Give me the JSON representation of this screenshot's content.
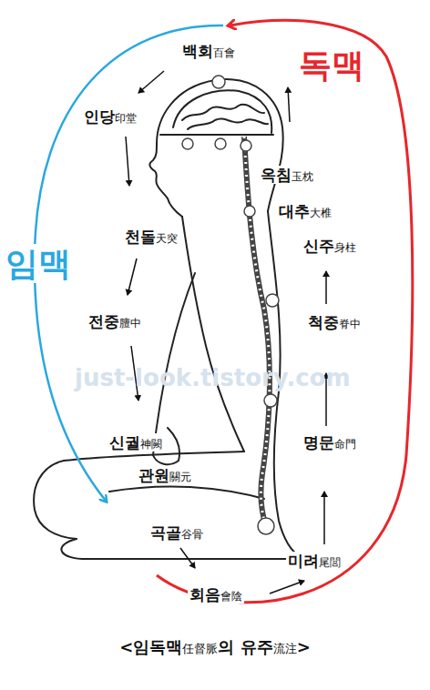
{
  "diagram": {
    "caption": "<임독맥任督脈의 유주流注>",
    "labels": [
      "백회百會",
      "인당印堂",
      "천돌天突",
      "전중膻中",
      "신궐神闕",
      "관원關元",
      "곡골谷骨",
      "회음會陰",
      "미려尾閭",
      "명문命門",
      "척중脊中",
      "신주身柱",
      "대추大椎",
      "옥침玉枕",
      "임맥",
      "독맥",
      "just-look.tistory.com"
    ]
  }
}
